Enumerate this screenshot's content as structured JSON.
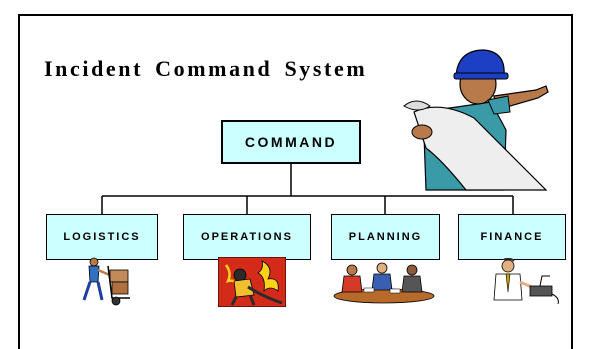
{
  "title": "Incident Command System",
  "top_node": {
    "label": "COMMAND"
  },
  "sections": [
    {
      "id": "logistics",
      "label": "LOGISTICS",
      "illustration": "worker-with-hand-truck"
    },
    {
      "id": "operations",
      "label": "OPERATIONS",
      "illustration": "firefighter-with-hose"
    },
    {
      "id": "planning",
      "label": "PLANNING",
      "illustration": "people-meeting-at-table"
    },
    {
      "id": "finance",
      "label": "FINANCE",
      "illustration": "person-at-adding-machine"
    }
  ],
  "header_illustration": "engineer-with-blueprint",
  "colors": {
    "box_fill": "#ccffff",
    "outline": "#000000",
    "background": "#ffffff"
  }
}
